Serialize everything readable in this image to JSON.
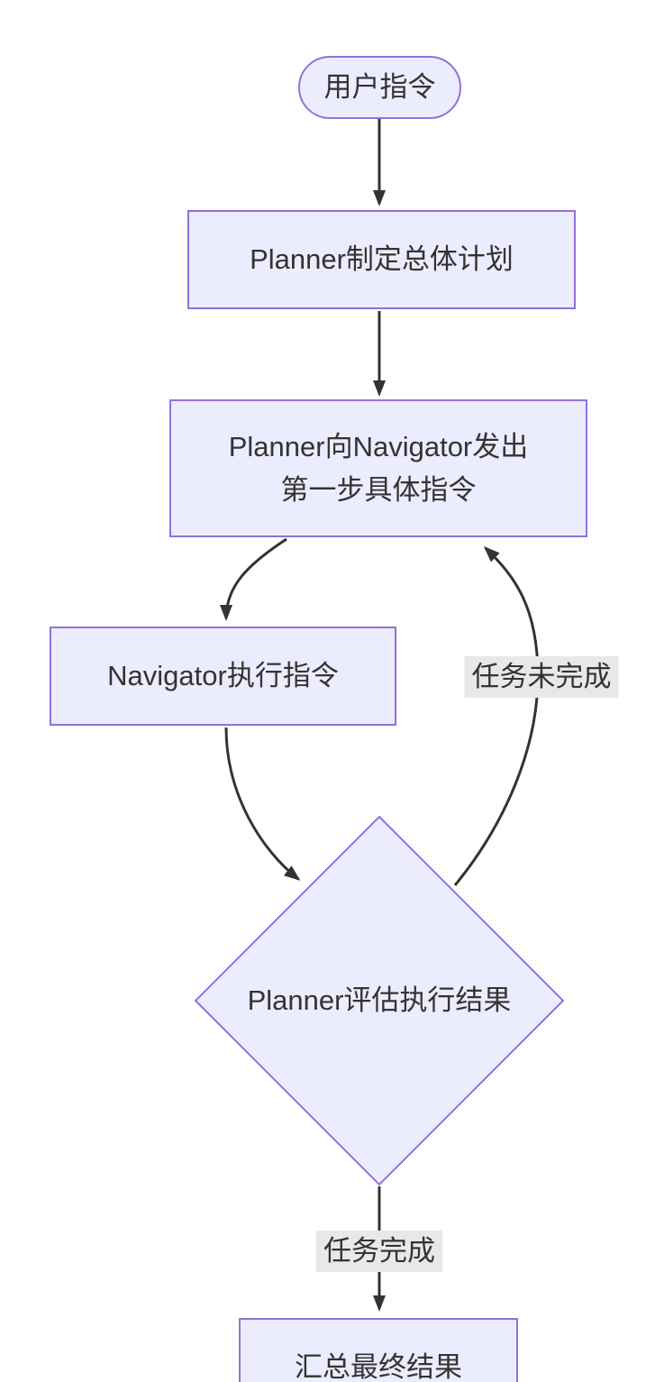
{
  "diagram": {
    "type": "flowchart-top-down",
    "background": "#ffffff",
    "colors": {
      "node_fill": "#ECECFF",
      "node_border": "#9370DB",
      "edge_color": "#333333",
      "edge_label_bg": "#e8e8e8",
      "text_color": "#333333"
    },
    "nodes": {
      "start": {
        "shape": "stadium",
        "label": "用户指令"
      },
      "plan": {
        "shape": "rect",
        "label": "Planner制定总体计划"
      },
      "instruct": {
        "shape": "rect",
        "lines": [
          "Planner向Navigator发出",
          "第一步具体指令"
        ]
      },
      "execute": {
        "shape": "rect",
        "label": "Navigator执行指令"
      },
      "evaluate": {
        "shape": "diamond",
        "label": "Planner评估执行结果"
      },
      "summarize": {
        "shape": "rect",
        "label": "汇总最终结果"
      }
    },
    "edges": [
      {
        "from": "start",
        "to": "plan",
        "label": ""
      },
      {
        "from": "plan",
        "to": "instruct",
        "label": ""
      },
      {
        "from": "instruct",
        "to": "execute",
        "label": ""
      },
      {
        "from": "execute",
        "to": "evaluate",
        "label": ""
      },
      {
        "from": "evaluate",
        "to": "instruct",
        "label": "任务未完成"
      },
      {
        "from": "evaluate",
        "to": "summarize",
        "label": "任务完成"
      }
    ]
  }
}
